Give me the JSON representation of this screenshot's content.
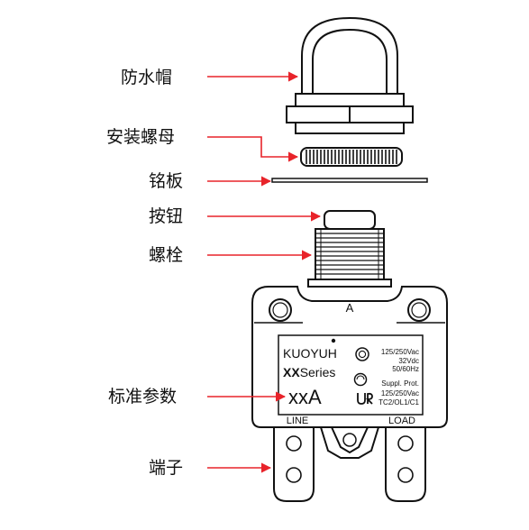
{
  "callouts": [
    {
      "id": "cap",
      "label": "防水帽"
    },
    {
      "id": "nut",
      "label": "安装螺母"
    },
    {
      "id": "plate",
      "label": "铭板"
    },
    {
      "id": "button",
      "label": "按钮"
    },
    {
      "id": "bolt",
      "label": "螺栓"
    },
    {
      "id": "params",
      "label": "标准参数"
    },
    {
      "id": "terminal",
      "label": "端子"
    }
  ],
  "body_letter": "A",
  "nameplate": {
    "brand": "KUOYUH",
    "series_bold": "XX",
    "series_rest": "Series",
    "rating": "xxA",
    "specs": [
      "125/250Vac",
      "32Vdc",
      "50/60Hz"
    ],
    "suppl": "Suppl. Prot.",
    "cert_specs": [
      "125/250Vac",
      "TC2/OL1/C1"
    ]
  },
  "terminal_labels": {
    "line": "LINE",
    "load": "LOAD"
  },
  "colors": {
    "arrow": "#e8232a",
    "line": "#111111"
  },
  "icons": [
    "ccc-mark-icon",
    "cqc-mark-icon",
    "ur-mark-icon"
  ]
}
